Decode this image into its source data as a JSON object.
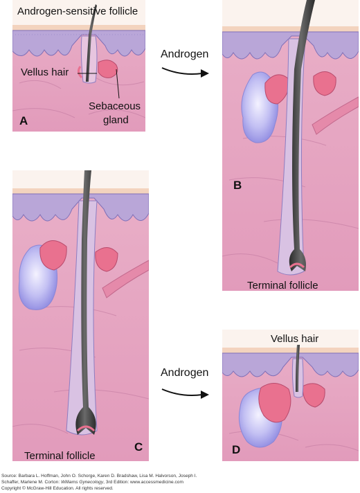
{
  "panels": {
    "a": {
      "letter": "A",
      "title": "Androgen-sensitive follicle",
      "vellus_label": "Vellus hair",
      "sebaceous_label_1": "Sebaceous",
      "sebaceous_label_2": "gland"
    },
    "b": {
      "letter": "B",
      "bottom_label": "Terminal follicle"
    },
    "c": {
      "letter": "C",
      "bottom_label": "Terminal follicle"
    },
    "d": {
      "letter": "D",
      "top_label": "Vellus hair"
    }
  },
  "arrows": {
    "top": "Androgen",
    "bottom": "Androgen"
  },
  "source": {
    "line1": "Source: Barbara L. Hoffman, John O. Schorge, Karen D. Bradshaw, Lisa M. Halvorson, Joseph I.",
    "line2a": "Schaffer, Marlene M. Corton: ",
    "line2_title": "Williams Gynecology",
    "line2b": ", 3rd Edition: www.accessmedicine.com",
    "line3": "Copyright © McGraw-Hill Education. All rights reserved."
  },
  "colors": {
    "dermis": "#e7a6c3",
    "epidermis": "#b8a4d6",
    "surface": "#f3d6c2",
    "gland": "#e9718f",
    "fat": "#b7b3ef",
    "hair": "#3d3d3d"
  }
}
